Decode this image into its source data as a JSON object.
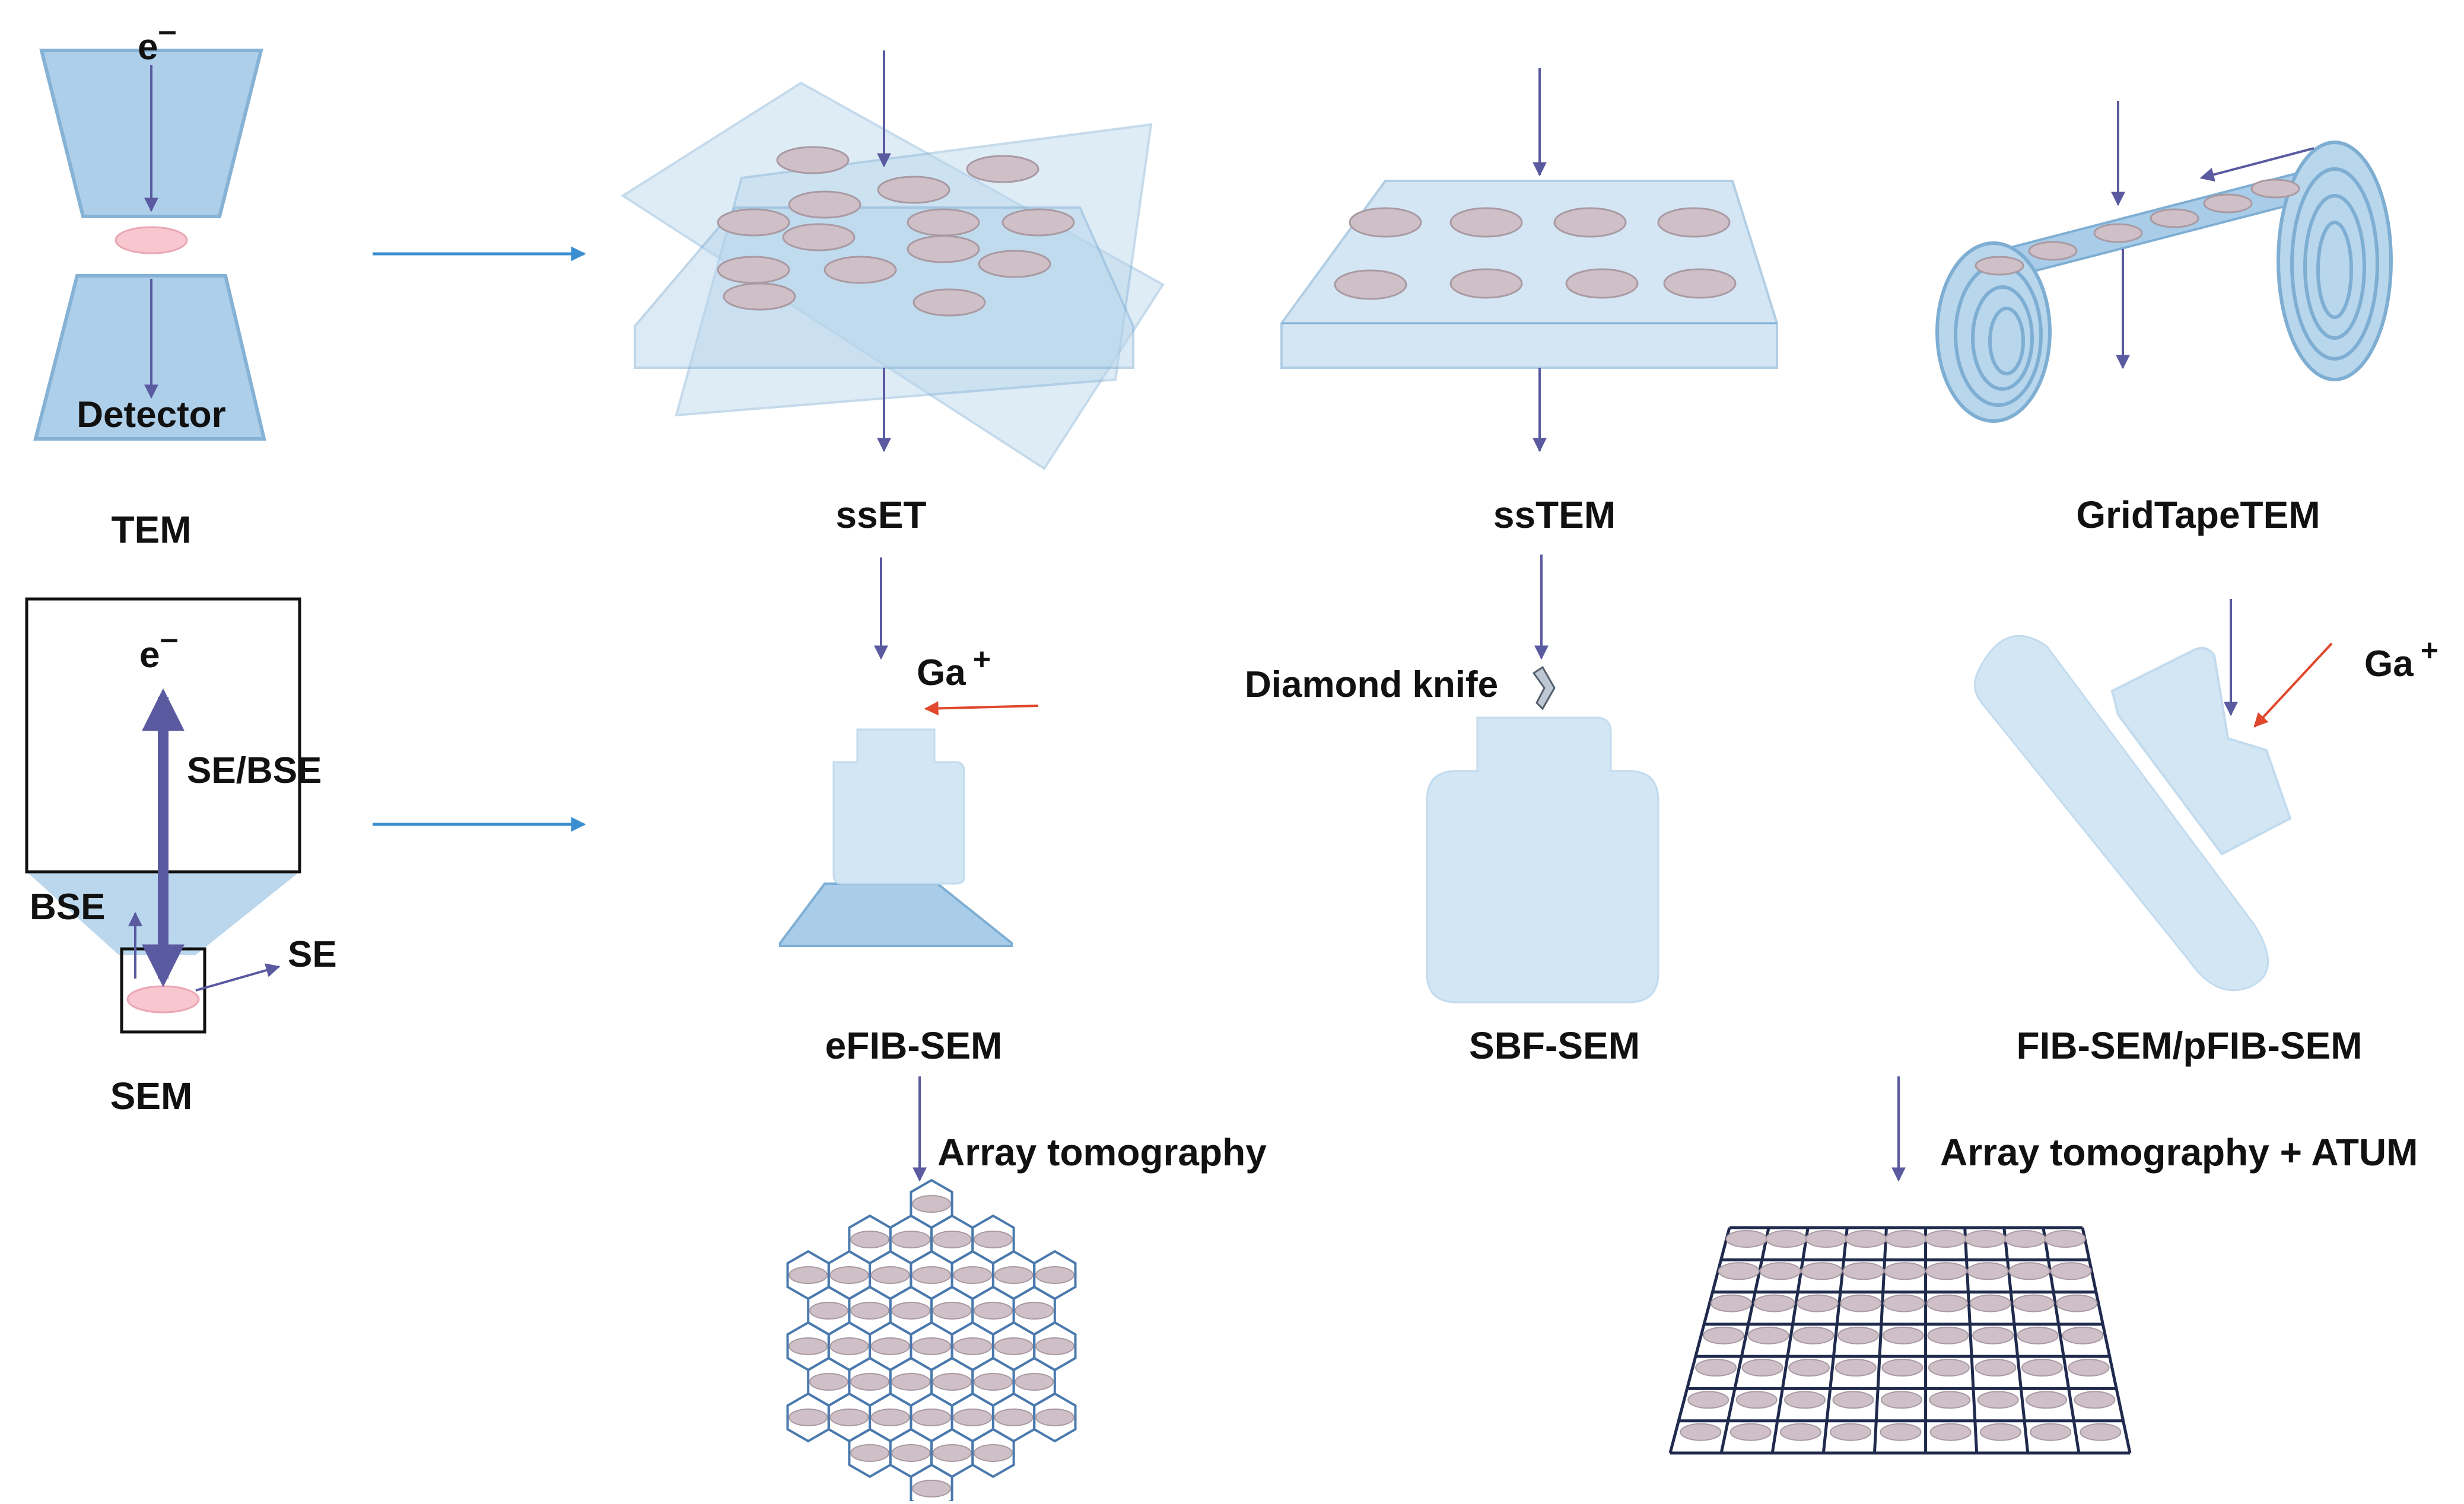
{
  "colors": {
    "glass_fill": "#b8d6ec",
    "glass_edge": "#7faed3",
    "column_fill": "#a9cde9",
    "sample_pink": "#f7c6cf",
    "disk_fill": "#cfc0c7",
    "disk_edge": "#a99aa3",
    "beam": "#5a5aa0",
    "flow_arrow": "#3b8fd0",
    "ion_beam": "#e0472c",
    "grid_line": "#1f2a4d",
    "hex_line": "#4a79ad",
    "fib_fill": "#d2e6f4"
  },
  "labels": {
    "tem_electron": "e",
    "tem_electron_sup": "–",
    "detector": "Detector",
    "tem": "TEM",
    "ssET": "ssET",
    "ssTEM": "ssTEM",
    "gridtape": "GridTapeTEM",
    "sem_electron": "e",
    "sem_electron_sup": "–",
    "se_bse": "SE/BSE",
    "bse": "BSE",
    "se": "SE",
    "sem": "SEM",
    "ga_left": "Ga",
    "ga_left_sup": "+",
    "diamond_knife": "Diamond knife",
    "ga_right": "Ga",
    "ga_right_sup": "+",
    "efib": "eFIB-SEM",
    "sbf": "SBF-SEM",
    "fib": "FIB-SEM/pFIB-SEM",
    "array_tomo": "Array tomography",
    "array_atum": "Array tomography + ATUM"
  },
  "icons": [
    "electron-beam-arrow",
    "flow-arrow",
    "ion-beam-arrow",
    "diamond-knife-icon"
  ]
}
